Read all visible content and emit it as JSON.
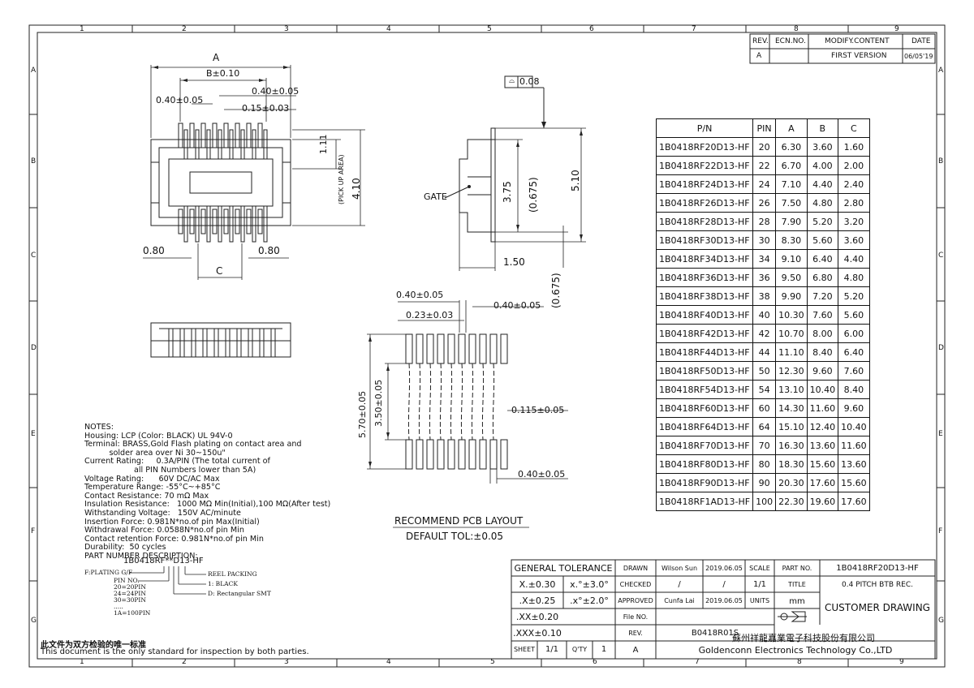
{
  "zone_columns": [
    "1",
    "2",
    "3",
    "4",
    "5",
    "6",
    "7",
    "8",
    "9"
  ],
  "zone_rows": [
    "A",
    "B",
    "C",
    "D",
    "E",
    "F",
    "G"
  ],
  "revision_table": {
    "headers": [
      "REV.",
      "ECN.NO.",
      "MODIFY.CONTENT",
      "DATE"
    ],
    "rows": [
      [
        "A",
        "",
        "FIRST VERSION",
        "06/05'19"
      ]
    ]
  },
  "top_view": {
    "dim_A": "A",
    "dim_B": "B±0.10",
    "dim_040_left": "0.40±0.05",
    "dim_040_right": "0.40±0.05",
    "dim_015": "0.15±0.03",
    "dim_111": "1.11",
    "pick_up": "(PICK UP AREA)",
    "dim_410": "4.10",
    "dim_080_left": "0.80",
    "dim_080_right": "0.80",
    "dim_C": "C"
  },
  "side_view": {
    "flatness": "0.08",
    "gate": "GATE",
    "dim_375": "3.75",
    "dim_0675a": "(0.675)",
    "dim_510": "5.10",
    "dim_150": "1.50",
    "dim_0675b": "(0.675)"
  },
  "pcb_layout": {
    "dim_040_top": "0.40±0.05",
    "dim_023": "0.23±0.03",
    "dim_040_top_r": "0.40±0.05",
    "dim_570": "5.70±0.05",
    "dim_350": "3.50±0.05",
    "dim_0115": "0.115±0.05",
    "dim_040_bottom": "0.40±0.05",
    "title": "RECOMMEND PCB LAYOUT",
    "tolerance": "DEFAULT TOL:±0.05"
  },
  "pn_table": {
    "headers": [
      "P/N",
      "PIN",
      "A",
      "B",
      "C"
    ],
    "rows": [
      [
        "1B0418RF20D13-HF",
        "20",
        "6.30",
        "3.60",
        "1.60"
      ],
      [
        "1B0418RF22D13-HF",
        "22",
        "6.70",
        "4.00",
        "2.00"
      ],
      [
        "1B0418RF24D13-HF",
        "24",
        "7.10",
        "4.40",
        "2.40"
      ],
      [
        "1B0418RF26D13-HF",
        "26",
        "7.50",
        "4.80",
        "2.80"
      ],
      [
        "1B0418RF28D13-HF",
        "28",
        "7.90",
        "5.20",
        "3.20"
      ],
      [
        "1B0418RF30D13-HF",
        "30",
        "8.30",
        "5.60",
        "3.60"
      ],
      [
        "1B0418RF34D13-HF",
        "34",
        "9.10",
        "6.40",
        "4.40"
      ],
      [
        "1B0418RF36D13-HF",
        "36",
        "9.50",
        "6.80",
        "4.80"
      ],
      [
        "1B0418RF38D13-HF",
        "38",
        "9.90",
        "7.20",
        "5.20"
      ],
      [
        "1B0418RF40D13-HF",
        "40",
        "10.30",
        "7.60",
        "5.60"
      ],
      [
        "1B0418RF42D13-HF",
        "42",
        "10.70",
        "8.00",
        "6.00"
      ],
      [
        "1B0418RF44D13-HF",
        "44",
        "11.10",
        "8.40",
        "6.40"
      ],
      [
        "1B0418RF50D13-HF",
        "50",
        "12.30",
        "9.60",
        "7.60"
      ],
      [
        "1B0418RF54D13-HF",
        "54",
        "13.10",
        "10.40",
        "8.40"
      ],
      [
        "1B0418RF60D13-HF",
        "60",
        "14.30",
        "11.60",
        "9.60"
      ],
      [
        "1B0418RF64D13-HF",
        "64",
        "15.10",
        "12.40",
        "10.40"
      ],
      [
        "1B0418RF70D13-HF",
        "70",
        "16.30",
        "13.60",
        "11.60"
      ],
      [
        "1B0418RF80D13-HF",
        "80",
        "18.30",
        "15.60",
        "13.60"
      ],
      [
        "1B0418RF90D13-HF",
        "90",
        "20.30",
        "17.60",
        "15.60"
      ],
      [
        "1B0418RF1AD13-HF",
        "100",
        "22.30",
        "19.60",
        "17.60"
      ]
    ]
  },
  "notes": {
    "title": "NOTES:",
    "lines": [
      "Housing: LCP (Color: BLACK) UL 94V-0",
      "Terminal: BRASS,Gold Flash plating on contact area and",
      "          solder area over Ni 30~150u\"",
      "Current Rating:     0.3A/PIN (The total current of",
      "                    all PIN Numbers lower than 5A)",
      "Voltage Rating:      60V DC/AC Max",
      "Temperature Range: -55°C~+85°C",
      "Contact Resistance: 70 mΩ Max",
      "Insulation Resistance:   1000 MΩ Min(Initial),100 MΩ(After test)",
      "Withstanding Voltage:   150V AC/minute",
      "Insertion Force: 0.981N*no.of pin Max(Initial)",
      "Withdrawal Force: 0.0588N*no.of pin Min",
      "Contact retention Force: 0.981N*no.of pin Min",
      "Durability:  50 cycles",
      "PART NUMBER DESCRIPTION:"
    ],
    "part_code": "1B0418RF**D13-HF",
    "plating": "F:PLATING G/F",
    "pin_no": "PIN NO.",
    "pin_list": [
      "20=20PIN",
      "24=24PIN",
      "30=30PIN",
      ".....",
      "1A=100PIN"
    ],
    "reel": "REEL PACKING",
    "black": "1: BLACK",
    "smt": "D: Rectangular SMT"
  },
  "footer": {
    "chinese": "此文件为双方检验的唯一标准",
    "english": "This document is the only standard for inspection by both parties."
  },
  "title_block": {
    "general_tolerance": "GENERAL TOLERANCE",
    "tol_x": "X.±0.30",
    "tol_x_angle": "x.°±3.0°",
    "tol_x1": ".X±0.25",
    "tol_x1_angle": ".x°±2.0°",
    "tol_xx": ".XX±0.20",
    "tol_xxx": ".XXX±0.10",
    "drawn_label": "DRAWN",
    "drawn_by": "Wilson Sun",
    "drawn_date": "2019.06.05",
    "checked_label": "CHECKED",
    "checked_by": "/",
    "checked_date": "/",
    "approved_label": "APPROVED",
    "approved_by": "Cunfa Lai",
    "approved_date": "2019.06.05",
    "file_label": "File NO.",
    "file_no": "B0418R01S",
    "rev_label": "REV.",
    "rev_value": "A",
    "sheet_label": "SHEET",
    "sheet_value": "1/1",
    "qty_label": "Q'TY",
    "qty_value": "1",
    "scale_label": "SCALE",
    "scale_value": "1/1",
    "units_label": "UNITS",
    "units_value": "mm",
    "part_no_label": "PART NO.",
    "part_no": "1B0418RF20D13-HF",
    "title_label": "TITLE",
    "title": "0.4 PITCH BTB REC.",
    "customer_drawing": "CUSTOMER DRAWING",
    "company_cn": "蘇州祥龍嘉業電子科技股份有限公司",
    "company_en": "Goldenconn Electronics Technology Co.,LTD"
  }
}
